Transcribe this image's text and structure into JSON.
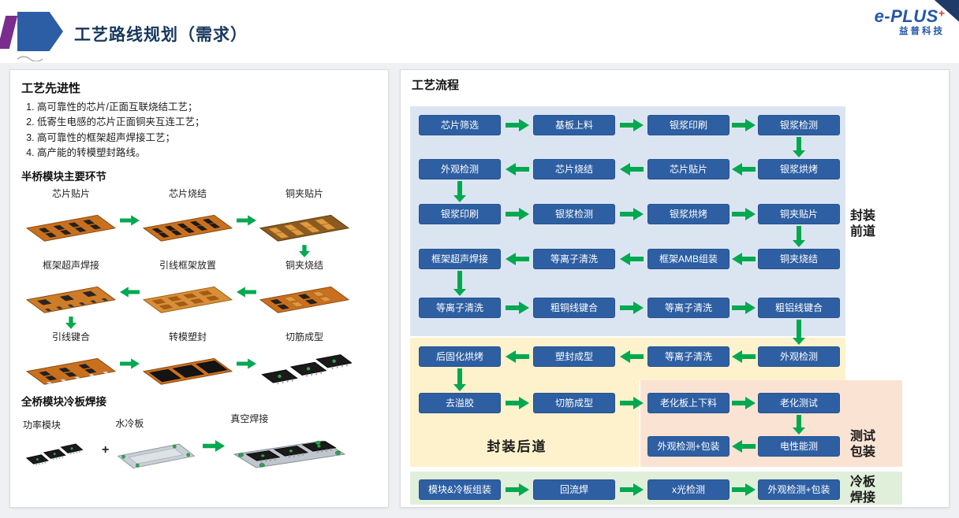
{
  "header": {
    "title": "工艺路线规划（需求）",
    "logo_brand": "e-PLUS",
    "logo_plus": "+",
    "logo_sub": "益普科技"
  },
  "left": {
    "advancement_title": "工艺先进性",
    "advancement_items": [
      "高可靠性的芯片/正面互联烧结工艺；",
      "低寄生电感的芯片正面铜夹互连工艺；",
      "高可靠性的框架超声焊接工艺；",
      "高产能的转模塑封路线。"
    ],
    "half_bridge_title": "半桥模块主要环节",
    "half_bridge_steps": [
      "芯片贴片",
      "芯片烧结",
      "铜夹贴片",
      "框架超声焊接",
      "引线框架放置",
      "铜夹烧结",
      "引线键合",
      "转模塑封",
      "切筋成型"
    ],
    "full_bridge_title": "全桥模块冷板焊接",
    "full_bridge_items": [
      "功率模块",
      "水冷板",
      "真空焊接"
    ],
    "plus_sign": "+"
  },
  "flow": {
    "title": "工艺流程",
    "rows": [
      {
        "dir": "right",
        "cells": [
          "芯片筛选",
          "基板上料",
          "银浆印刷",
          "银浆检测"
        ]
      },
      {
        "dir": "left",
        "cells": [
          "外观检测",
          "芯片烧结",
          "芯片贴片",
          "银浆烘烤"
        ]
      },
      {
        "dir": "right",
        "cells": [
          "银浆印刷",
          "银浆检测",
          "银浆烘烤",
          "铜夹贴片"
        ]
      },
      {
        "dir": "left",
        "cells": [
          "框架超声焊接",
          "等离子清洗",
          "框架AMB组装",
          "铜夹烧结"
        ]
      },
      {
        "dir": "right",
        "cells": [
          "等离子清洗",
          "粗铜线键合",
          "等离子清洗",
          "粗铝线键合"
        ]
      },
      {
        "dir": "left",
        "cells": [
          "后固化烘烤",
          "塑封成型",
          "等离子清洗",
          "外观检测"
        ]
      },
      {
        "dir": "right",
        "cells": [
          "去溢胶",
          "切筋成型",
          "老化板上下料",
          "老化测试"
        ]
      },
      {
        "dir": "left",
        "cells": [
          null,
          null,
          "外观检测+包装",
          "电性能测"
        ]
      },
      {
        "dir": "right",
        "cells": [
          "模块&冷板组装",
          "回流焊",
          "x光检测",
          "外观检测+包装"
        ]
      }
    ],
    "down_arrows": [
      {
        "row": 0,
        "col": 3
      },
      {
        "row": 1,
        "col": 0
      },
      {
        "row": 2,
        "col": 3
      },
      {
        "row": 3,
        "col": 0
      },
      {
        "row": 4,
        "col": 3
      },
      {
        "row": 5,
        "col": 0
      },
      {
        "row": 6,
        "col": 3
      }
    ],
    "stage_labels": [
      {
        "text": "封装前道"
      },
      {
        "text": "测试包装"
      },
      {
        "text": "冷板焊接"
      }
    ],
    "backend_label": "封装后道"
  },
  "colors": {
    "accent_navy": "#17375e",
    "box_blue": "#2e5fa3",
    "arrow_green": "#00a84f",
    "band_blue": "#dbe5f2",
    "band_yellow": "#fdf2cc",
    "band_peach": "#fbe3d4",
    "band_green": "#e0efda",
    "logo_blue": "#2356a8",
    "logo_red": "#e03c31"
  }
}
